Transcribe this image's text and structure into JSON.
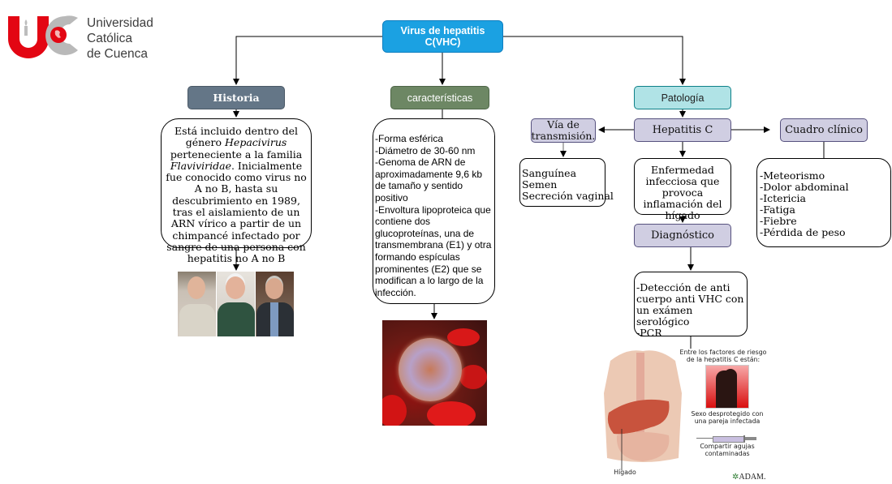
{
  "logo": {
    "name": "logo-universidad-catolica-de-cuenca",
    "lines": [
      "Universidad",
      "Católica",
      "de Cuenca"
    ],
    "colors": {
      "red": "#e30613",
      "gray": "#b9b9b9"
    }
  },
  "root": {
    "label": "Virus de hepatitis C(VHC)",
    "color": "#1ba1e2"
  },
  "historia": {
    "label": "Historia",
    "text": {
      "p1": "Está incluido dentro del género ",
      "genus": "Hepacivirus",
      "p2": " perteneciente a la familia ",
      "family": "Flaviviridae",
      "p3": ". Inicialmente fue conocido como virus no A no B, hasta su descubrimiento en 1989, tras el aislamiento de un ARN vírico a partir de un chimpancé infectado por sangre de una persona con hepatitis no A no B"
    },
    "image_alt": "Fotos de los tres científicos descubridores del VHC"
  },
  "caracteristicas": {
    "label": "características",
    "items": [
      "-Forma esférica",
      "-Diámetro de 30-60 nm",
      "-Genoma de ARN de aproximadamente 9,6 kb de tamaño y sentido positivo",
      "-Envoltura lipoproteica que contiene dos glucoproteínas, una de transmembrana (E1) y otra formando espículas prominentes (E2) que se modifican a lo largo de la infección."
    ],
    "image_alt": "Ilustración del virus de la hepatitis C entre glóbulos rojos"
  },
  "patologia": {
    "label": "Patología",
    "hepatitis": {
      "label": "Hepatitis C",
      "description": "Enfermedad infecciosa que provoca inflamación del hígado"
    },
    "via": {
      "label": "Vía de transmisión.",
      "items": [
        "Sanguínea",
        "Semen",
        "Secreción vaginal"
      ]
    },
    "cuadro": {
      "label": "Cuadro clínico",
      "items": [
        "-Meteorismo",
        "-Dolor abdominal",
        "-Ictericia",
        "-Fatiga",
        "-Fiebre",
        "-Pérdida de peso"
      ]
    },
    "diagnostico": {
      "label": "Diagnóstico",
      "items": [
        "-Detección de anti cuerpo anti VHC con un exámen serológico",
        "-PCR"
      ]
    }
  },
  "risk_image": {
    "title": "Entre los factores de riesgo de la hepatitis C están:",
    "risk1": "Sexo desprotegido con una pareja infectada",
    "risk2": "Compartir agujas contaminadas",
    "organ_label": "Hígado",
    "credit": "ADAM."
  }
}
